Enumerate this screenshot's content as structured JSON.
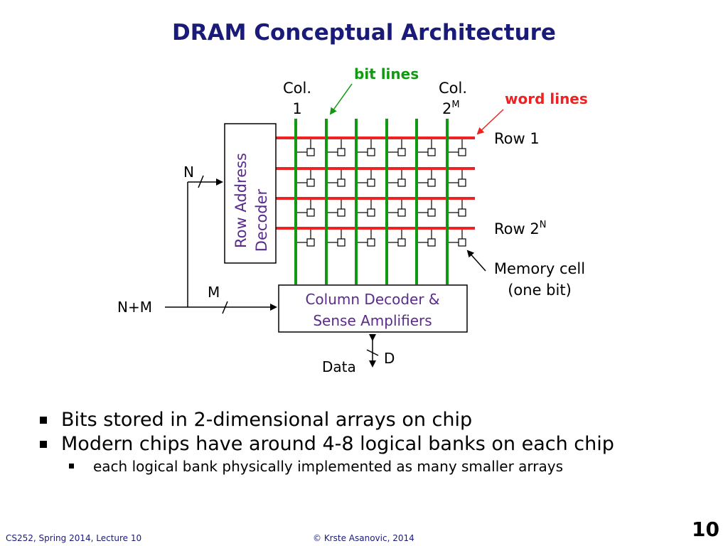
{
  "slide": {
    "title": "DRAM Conceptual Architecture",
    "page_number": "10",
    "footer_left": "CS252, Spring 2014, Lecture 10",
    "footer_center": "© Krste Asanovic, 2014"
  },
  "diagram": {
    "bit_lines_label": "bit lines",
    "word_lines_label": "word lines",
    "col_first_line1": "Col.",
    "col_first_line2": "1",
    "col_last_line1": "Col.",
    "col_last_base": "2",
    "col_last_exp": "M",
    "row_first": "Row 1",
    "row_last_base": "Row 2",
    "row_last_exp": "N",
    "memory_cell_line1": "Memory cell",
    "memory_cell_line2": "(one bit)",
    "row_decoder_line1": "Row Address",
    "row_decoder_line2": "Decoder",
    "col_decoder_line1": "Column Decoder &",
    "col_decoder_line2": "Sense Amplifiers",
    "label_n": "N",
    "label_m": "M",
    "label_nm": "N+M",
    "label_data": "Data",
    "label_d": "D",
    "colors": {
      "bit_line": "#119911",
      "word_line": "#ee2222",
      "decoder_text": "#5a2a8c",
      "title": "#1a1a78"
    }
  },
  "bullets": [
    {
      "text": "Bits stored in 2-dimensional arrays on chip",
      "level": 1
    },
    {
      "text": "Modern chips have around 4-8 logical banks on each chip",
      "level": 1
    },
    {
      "text": "each logical bank physically implemented as many smaller arrays",
      "level": 2
    }
  ]
}
